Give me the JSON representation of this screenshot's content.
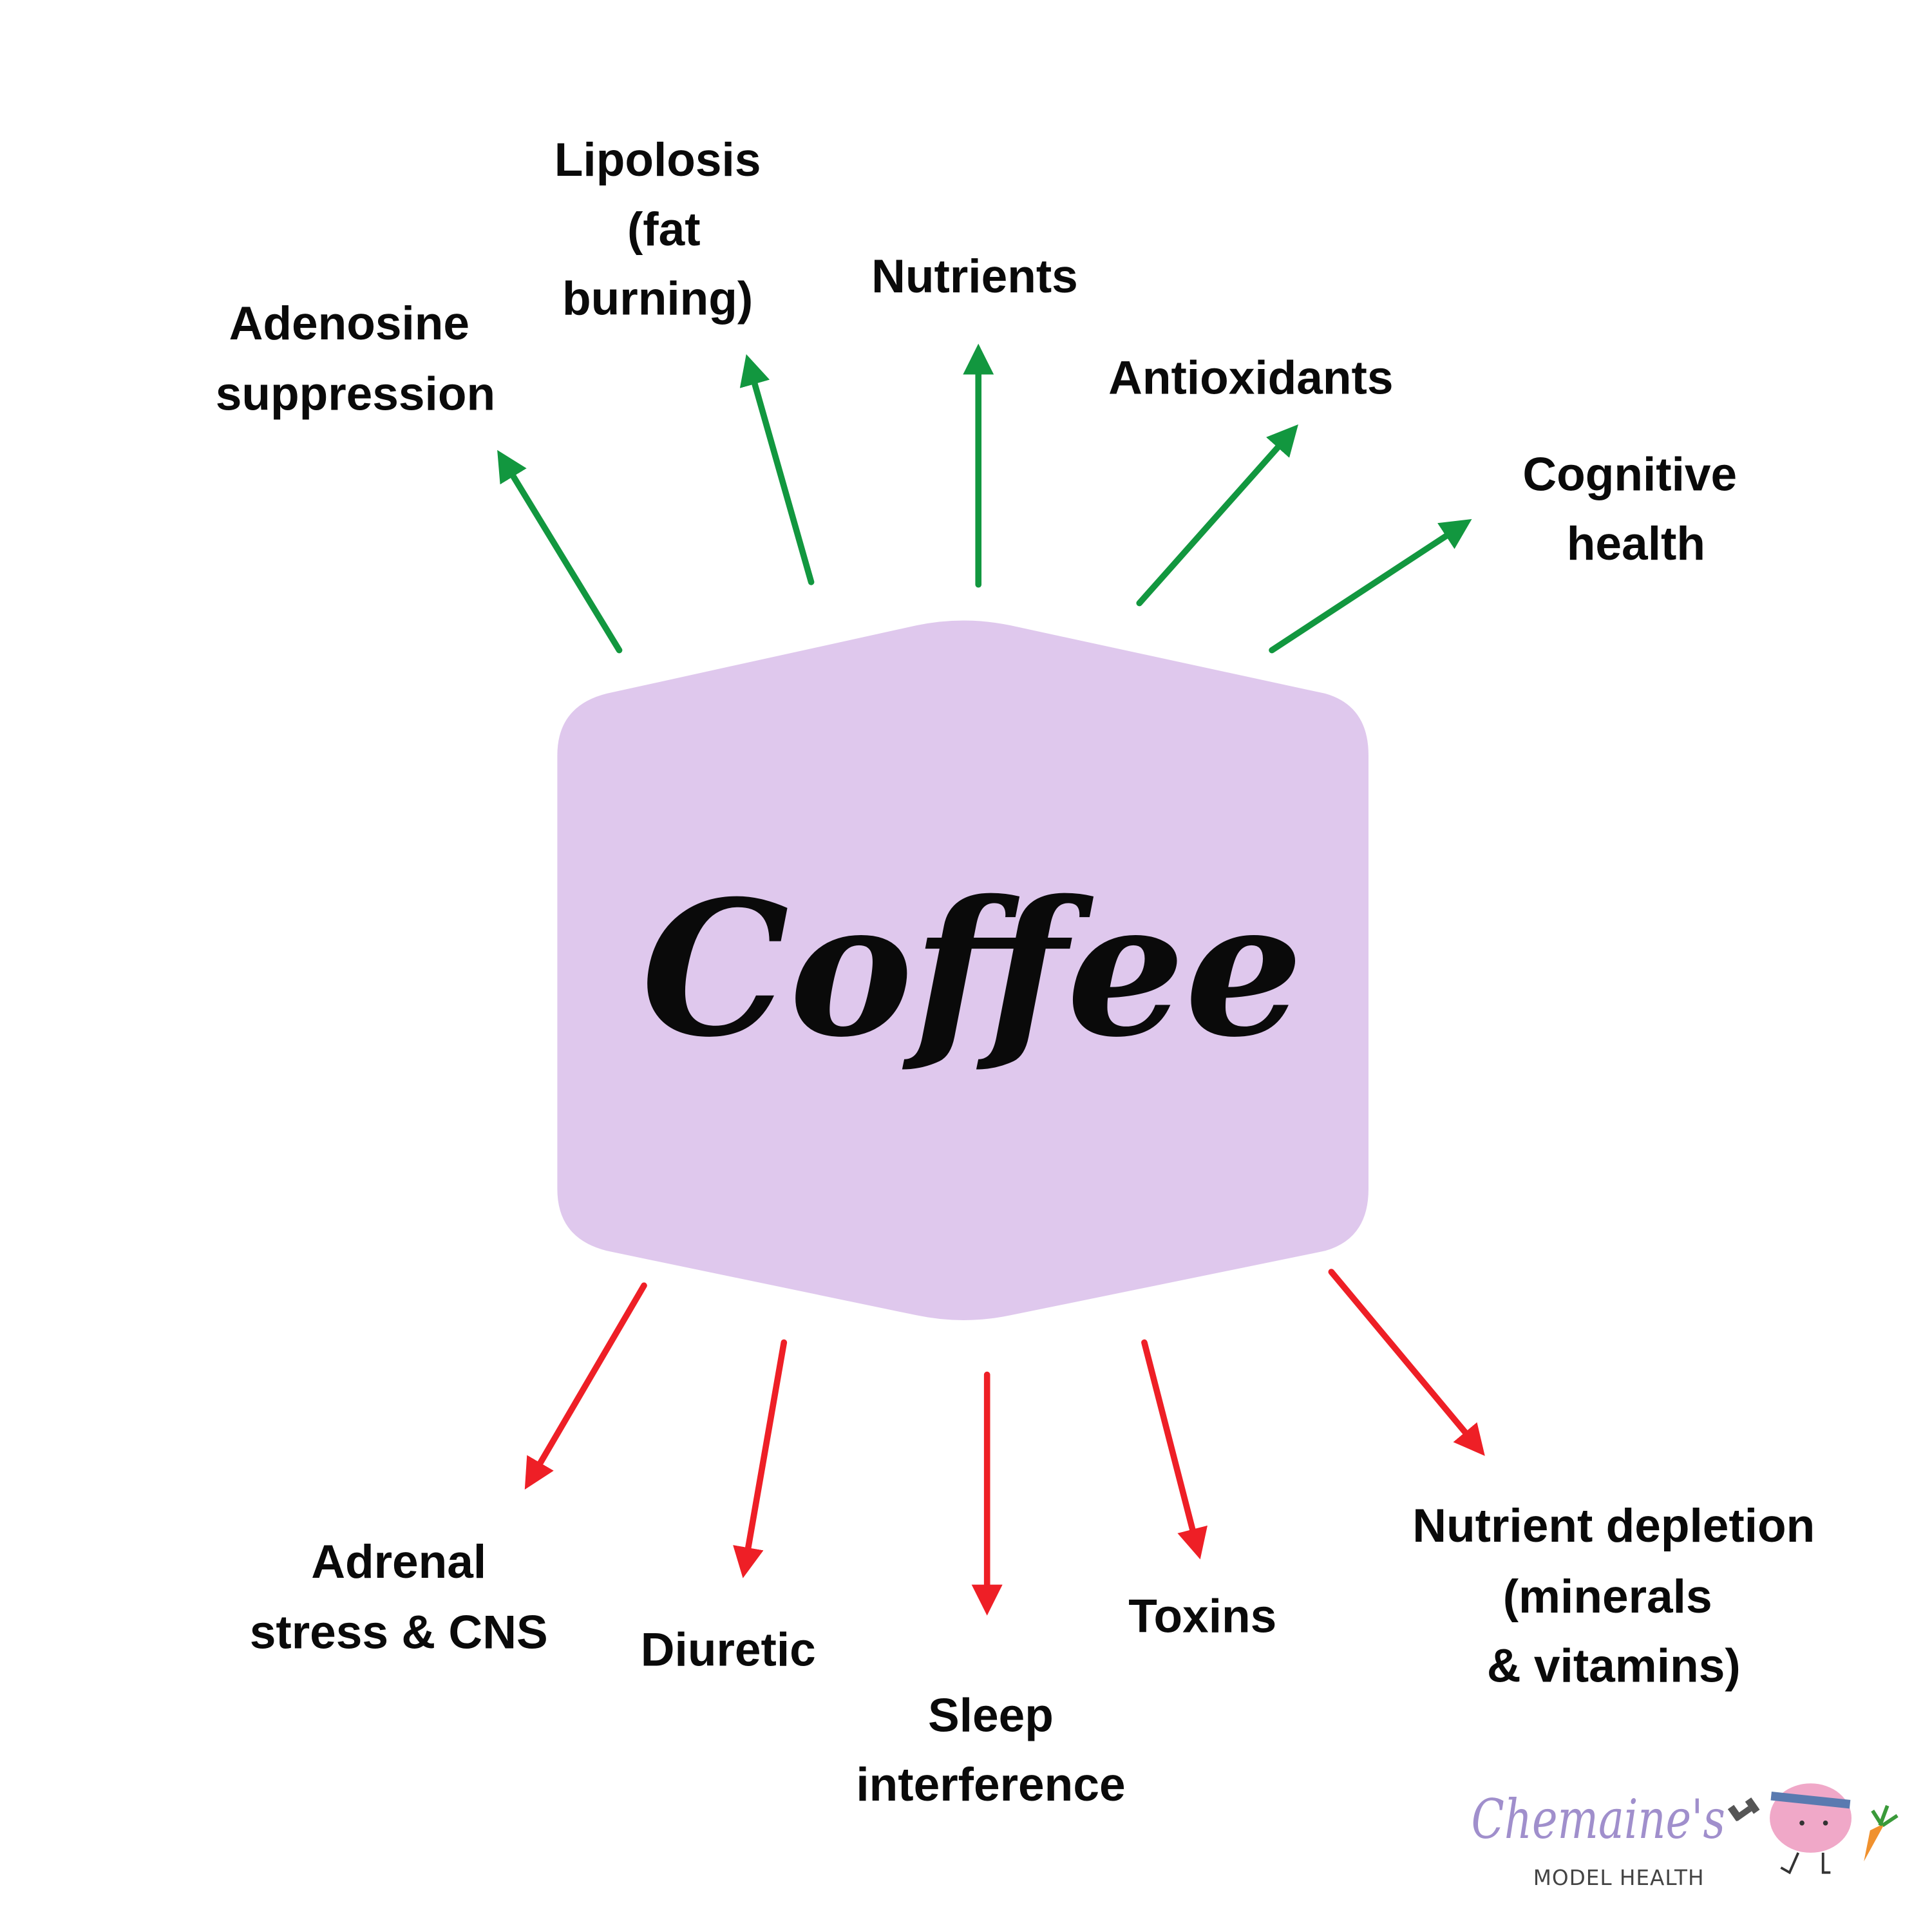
{
  "center": {
    "title": "Coffee",
    "fill_color": "#dfc8ed"
  },
  "colors": {
    "positive": "#12973f",
    "negative": "#ee1f26"
  },
  "positive_effects": [
    {
      "lines": [
        "Adenosine",
        "suppression"
      ]
    },
    {
      "lines": [
        "Lipolosis",
        "(fat",
        "burning)"
      ]
    },
    {
      "lines": [
        "Nutrients"
      ]
    },
    {
      "lines": [
        "Antioxidants"
      ]
    },
    {
      "lines": [
        "Cognitive",
        "health"
      ]
    }
  ],
  "negative_effects": [
    {
      "lines": [
        "Adrenal",
        "stress & CNS"
      ]
    },
    {
      "lines": [
        "Diuretic"
      ]
    },
    {
      "lines": [
        "Sleep",
        "interference"
      ]
    },
    {
      "lines": [
        "Toxins"
      ]
    },
    {
      "lines": [
        "Nutrient depletion",
        "(minerals",
        "& vitamins)"
      ]
    }
  ],
  "logo": {
    "script": "Chemaine's",
    "subtitle": "MODEL HEALTH"
  }
}
